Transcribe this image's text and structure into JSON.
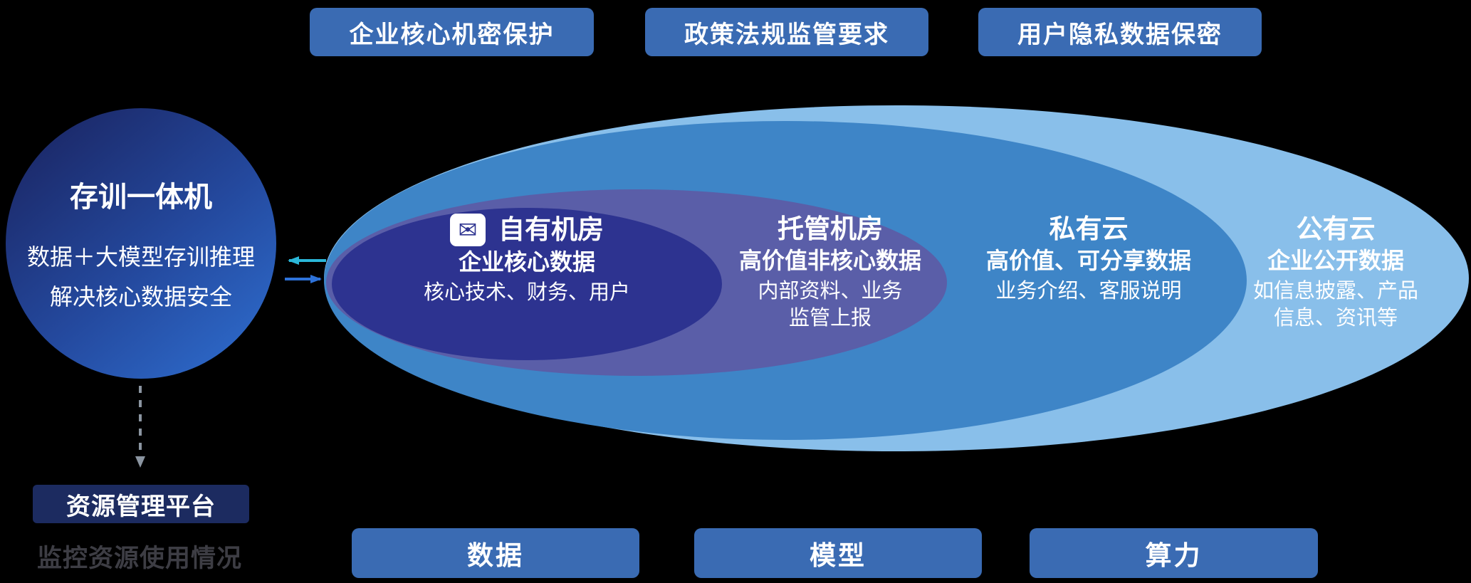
{
  "top_labels": [
    "企业核心机密保护",
    "政策法规监管要求",
    "用户隐私数据保密"
  ],
  "appliance": {
    "title": "存训一体机",
    "line1": "数据＋大模型存训推理",
    "line2": "解决核心数据安全"
  },
  "rings": [
    {
      "id": "public-cloud",
      "title": "公有云",
      "subtitle": "企业公开数据",
      "desc": [
        "如信息披露、产品",
        "信息、资讯等"
      ],
      "color": "#89BFEA"
    },
    {
      "id": "private-cloud",
      "title": "私有云",
      "subtitle": "高价值、可分享数据",
      "desc": [
        "业务介绍、客服说明"
      ],
      "color": "#3E85C7"
    },
    {
      "id": "hosted-room",
      "title": "托管机房",
      "subtitle": "高价值非核心数据",
      "desc": [
        "内部资料、业务",
        "监管上报"
      ],
      "color": "#5A5EA8"
    },
    {
      "id": "own-room",
      "title": "自有机房",
      "subtitle": "企业核心数据",
      "desc": [
        "核心技术、财务、用户"
      ],
      "color": "#2D3390",
      "icon": "secure-mail-icon"
    }
  ],
  "resource_platform": {
    "label": "资源管理平台",
    "caption": "监控资源使用情况"
  },
  "bottom_labels": [
    "数据",
    "模型",
    "算力"
  ],
  "icons": {
    "secure_mail": "✉"
  },
  "colors": {
    "background": "#000000",
    "pill_blue": "#3A6BB3",
    "circle_gradient_dark": "#1B2766",
    "circle_gradient_light": "#2F70D2",
    "navy_box": "#1C2B60",
    "arrow_teal": "#2BB7D8",
    "arrow_blue": "#2E72D9",
    "dashed_gray": "#8B95A1",
    "caption_gray": "#3D3D44"
  }
}
